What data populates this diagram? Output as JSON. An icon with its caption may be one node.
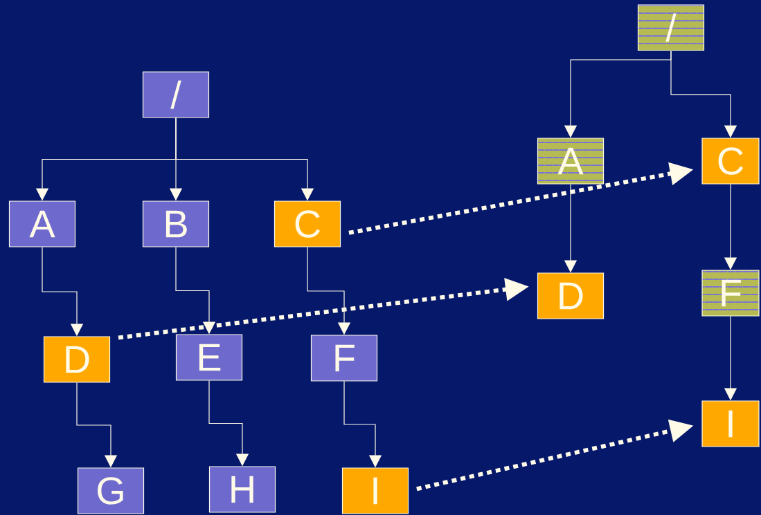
{
  "diagram": {
    "nodes": [
      {
        "text": [
          "/"
        ]
      },
      {
        "text": [
          "A"
        ]
      },
      {
        "text": [
          "B"
        ]
      },
      {
        "text": [
          "C"
        ]
      },
      {
        "text": [
          "D"
        ]
      },
      {
        "text": [
          "E"
        ]
      },
      {
        "text": [
          "F"
        ]
      },
      {
        "text": [
          "G"
        ]
      },
      {
        "text": [
          "H"
        ]
      },
      {
        "text": [
          "I"
        ]
      },
      {
        "text": [
          "/"
        ]
      },
      {
        "text": [
          "A"
        ]
      },
      {
        "text": [
          "C"
        ]
      },
      {
        "text": [
          "D"
        ]
      },
      {
        "text": [
          "F"
        ]
      },
      {
        "text": [
          "I"
        ]
      }
    ],
    "edges": [
      {
        "from": 0,
        "to": 1,
        "arrow": "to"
      },
      {
        "from": 0,
        "to": 2,
        "arrow": "to"
      },
      {
        "from": 0,
        "to": 3,
        "arrow": "to"
      },
      {
        "from": 1,
        "to": 4,
        "arrow": "to"
      },
      {
        "from": 2,
        "to": 5,
        "arrow": "to"
      },
      {
        "from": 3,
        "to": 6,
        "arrow": "to"
      },
      {
        "from": 4,
        "to": 7,
        "arrow": "to"
      },
      {
        "from": 5,
        "to": 8,
        "arrow": "to"
      },
      {
        "from": 6,
        "to": 9,
        "arrow": "to"
      },
      {
        "from": 10,
        "to": 11,
        "arrow": "to"
      },
      {
        "from": 10,
        "to": 12,
        "arrow": "to"
      },
      {
        "from": 11,
        "to": 13,
        "arrow": "to"
      },
      {
        "from": 12,
        "to": 14,
        "arrow": "to"
      },
      {
        "from": 14,
        "to": 15,
        "arrow": "to"
      },
      {
        "from": 3,
        "to": 12,
        "arrow": "to",
        "style": "dashed"
      },
      {
        "from": 4,
        "to": 13,
        "arrow": "to",
        "style": "dashed"
      },
      {
        "from": 9,
        "to": 15,
        "arrow": "to",
        "style": "dashed"
      }
    ]
  }
}
